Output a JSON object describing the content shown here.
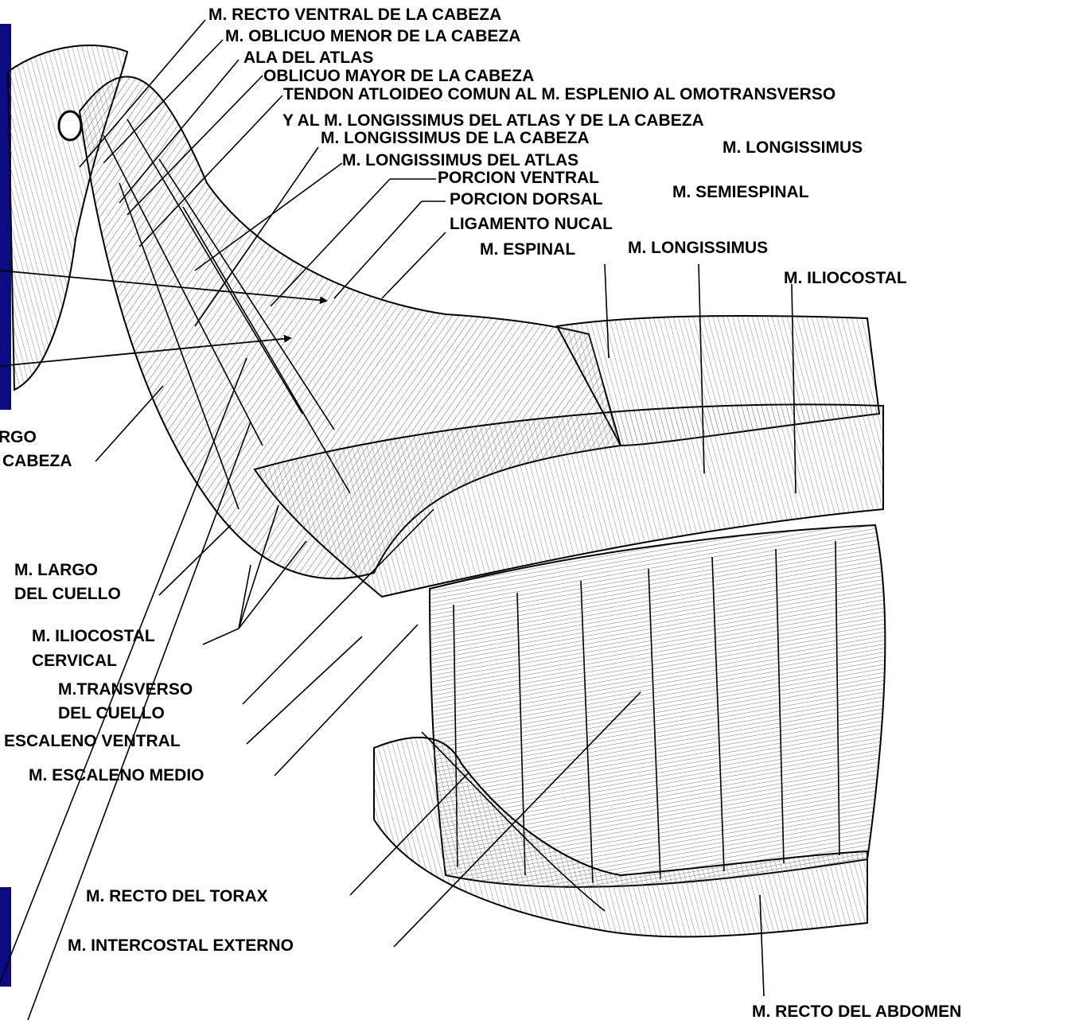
{
  "colors": {
    "side_bar": "#0b0b84",
    "ink": "#000000",
    "background": "#ffffff"
  },
  "labels": {
    "recto_ventral_cabeza": "M. RECTO VENTRAL DE LA CABEZA",
    "oblicuo_menor_cabeza": "M. OBLICUO MENOR DE LA CABEZA",
    "ala_atlas": "ALA DEL ATLAS",
    "oblicuo_mayor_cabeza": "OBLICUO MAYOR DE LA CABEZA",
    "tendon_atloideo_1": "TENDON ATLOIDEO COMUN  AL M. ESPLENIO AL OMOTRANSVERSO",
    "tendon_atloideo_2": "Y AL M. LONGISSIMUS DEL ATLAS Y DE LA CABEZA",
    "longissimus_cabeza": "M. LONGISSIMUS DE LA CABEZA",
    "longissimus_dorsal_group": "M. LONGISSIMUS",
    "longissimus_atlas": "M. LONGISSIMUS DEL ATLAS",
    "porcion_ventral": "PORCION VENTRAL",
    "porcion_dorsal": "PORCION DORSAL",
    "semiespinal": "M. SEMIESPINAL",
    "ligamento_nucal": "LIGAMENTO NUCAL",
    "espinal": "M. ESPINAL",
    "longissimus": "M. LONGISSIMUS",
    "iliocostal": "M. ILIOCOSTAL",
    "largo_cabeza_1": "RGO",
    "largo_cabeza_2": "CABEZA",
    "largo_cuello_1": "M. LARGO",
    "largo_cuello_2": "DEL CUELLO",
    "iliocostal_cervical_1": "M. ILIOCOSTAL",
    "iliocostal_cervical_2": "CERVICAL",
    "transverso_cuello_1": "M.TRANSVERSO",
    "transverso_cuello_2": "DEL CUELLO",
    "escaleno_ventral": "ESCALENO VENTRAL",
    "escaleno_medio": "M. ESCALENO MEDIO",
    "recto_torax": "M. RECTO DEL TORAX",
    "intercostal_externo": "M. INTERCOSTAL EXTERNO",
    "recto_abdomen": "M. RECTO DEL ABDOMEN"
  }
}
